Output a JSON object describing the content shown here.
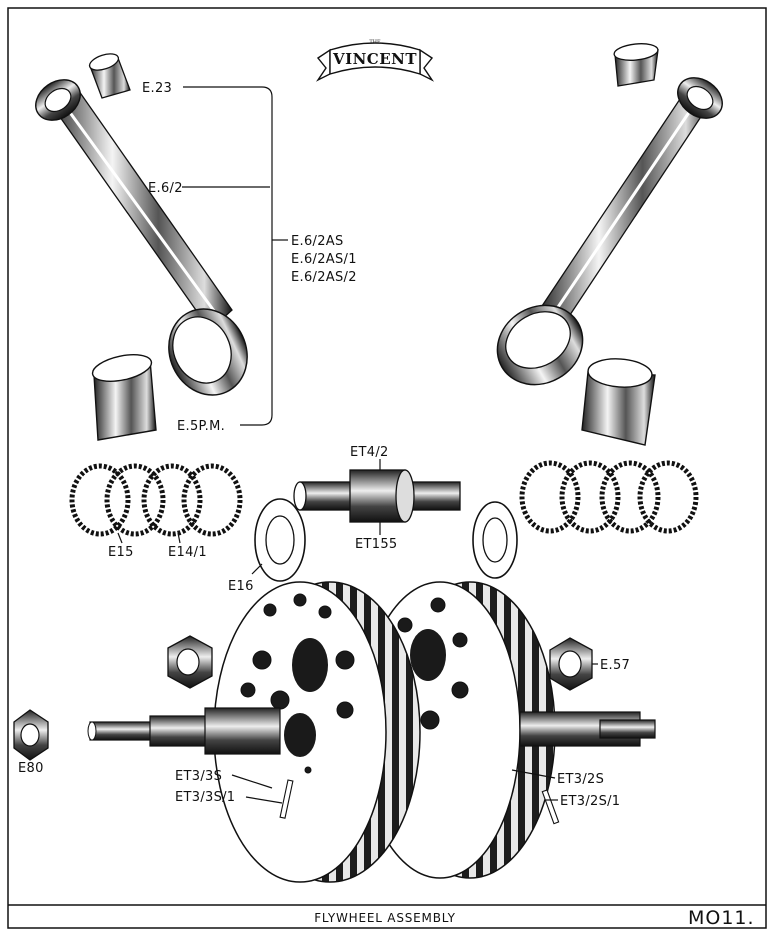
{
  "logo": {
    "the": "THE",
    "name": "VINCENT"
  },
  "labels": {
    "e23": "E.23",
    "e6_2": "E.6/2",
    "e6_2as": "E.6/2AS",
    "e6_2as1": "E.6/2AS/1",
    "e6_2as2": "E.6/2AS/2",
    "e5pm": "E.5P.M.",
    "et4_2": "ET4/2",
    "et155": "ET155",
    "e15": "E15",
    "e14_1": "E14/1",
    "e16": "E16",
    "e57": "E.57",
    "e80": "E80",
    "et3_3s": "ET3/3S",
    "et3_3s1": "ET3/3S/1",
    "et3_2s": "ET3/2S",
    "et3_2s1": "ET3/2S/1"
  },
  "footer": {
    "title": "FLYWHEEL ASSEMBLY",
    "ref": "MO11."
  }
}
